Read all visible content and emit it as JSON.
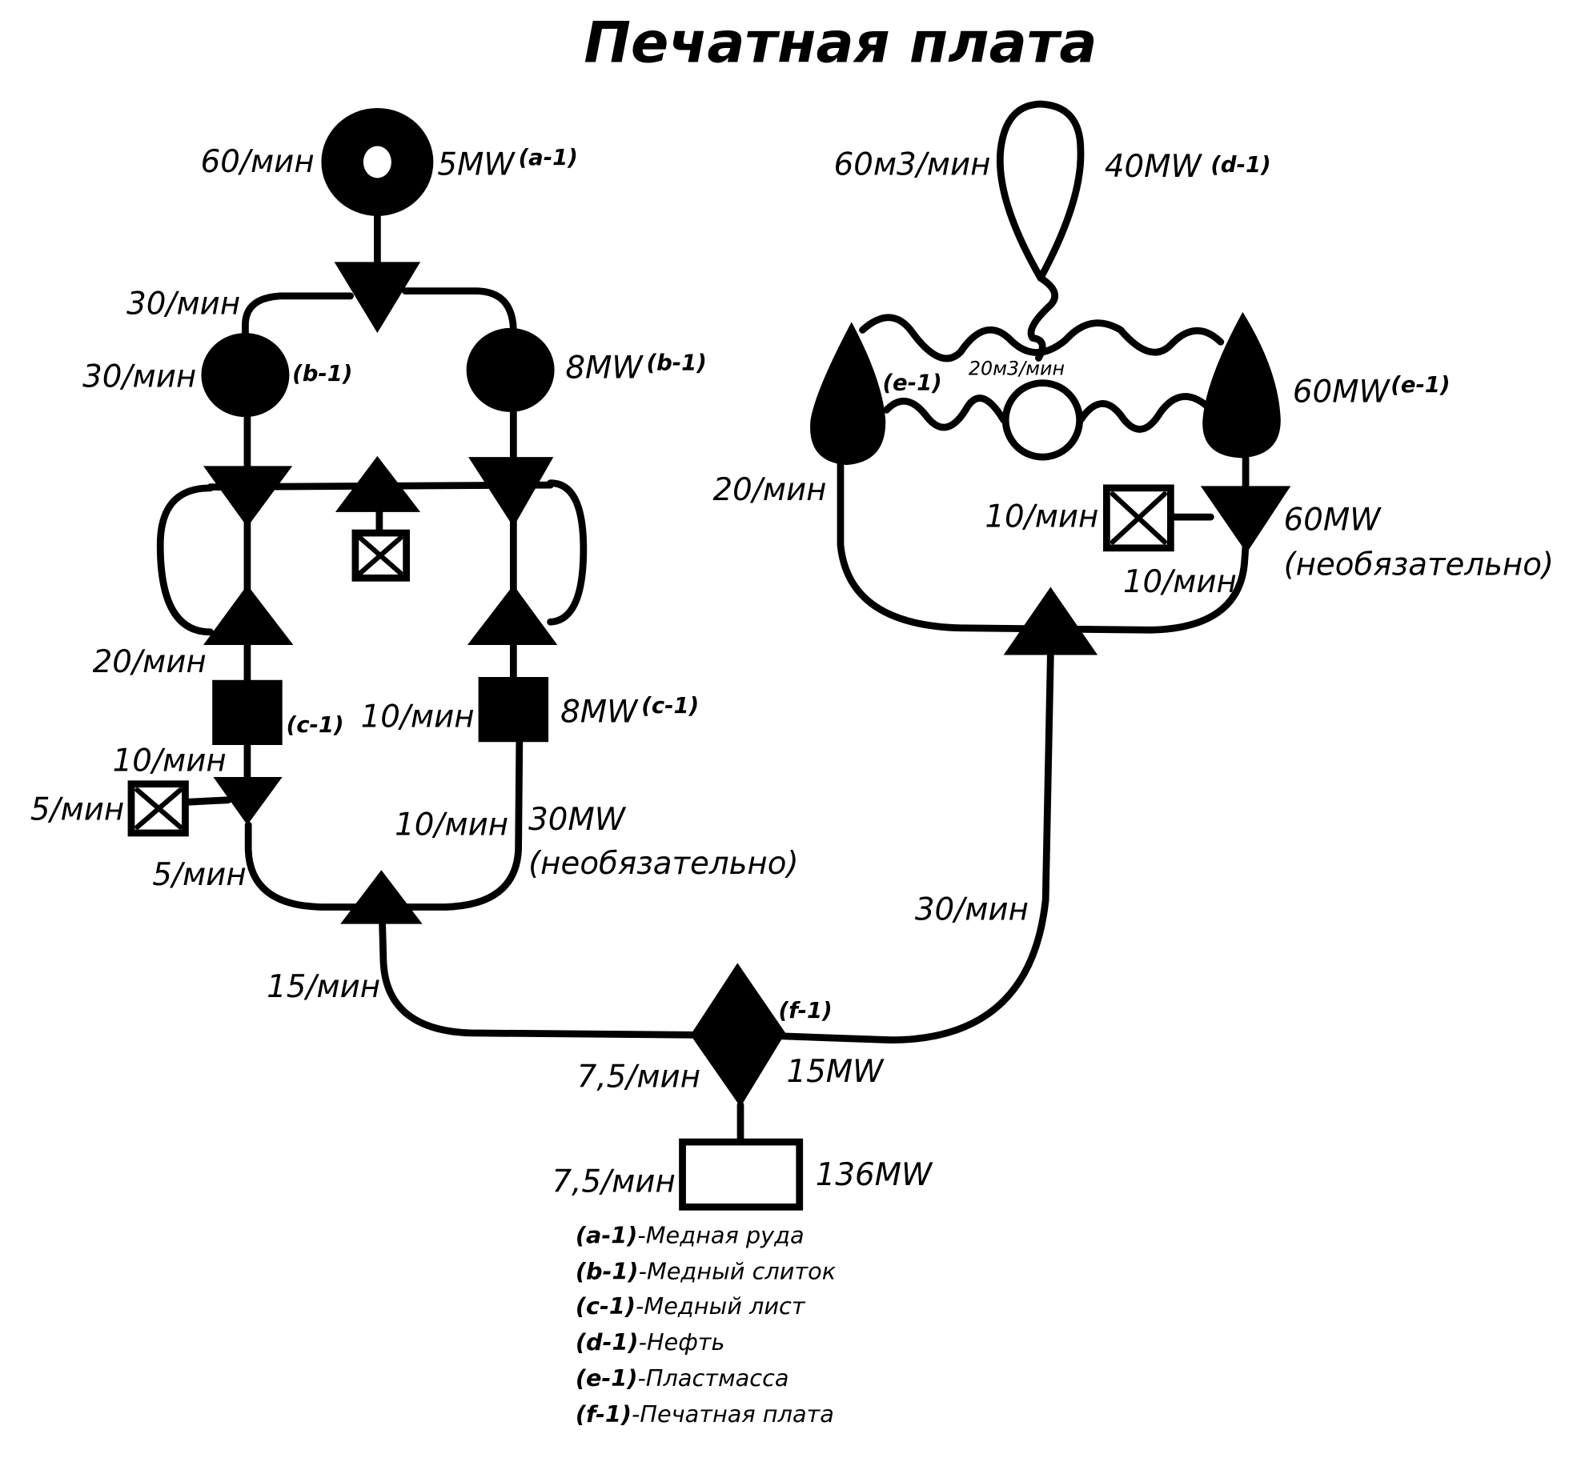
{
  "title": "Печатная плата",
  "colors": {
    "ink": "#000000",
    "background": "#ffffff"
  },
  "nodes": {
    "copper_ore_miner": {
      "icon": "ring-node-icon",
      "tag": "(a-1)",
      "rate": "60/мин",
      "power": "5MW"
    },
    "smelter_left": {
      "icon": "filled-circle-icon",
      "tag": "(b-1)",
      "rate_in": "30/мин",
      "rate_out": "30/мин"
    },
    "smelter_right": {
      "icon": "filled-circle-icon",
      "tag": "(b-1)",
      "power": "8MW"
    },
    "center_sink": {
      "icon": "crossed-box-icon"
    },
    "constructor_left": {
      "icon": "filled-square-icon",
      "tag": "(c-1)",
      "rate_in": "20/мин",
      "rate_out": "10/мин"
    },
    "constructor_right": {
      "icon": "filled-square-icon",
      "tag": "(c-1)",
      "rate": "10/мин",
      "power": "8MW"
    },
    "left_sink": {
      "icon": "crossed-box-icon",
      "rate": "5/мин"
    },
    "left_merge": {
      "rate_out": "5/мин"
    },
    "right_merge": {
      "rate": "10/мин",
      "power": "30MW",
      "note": "(необязательно)"
    },
    "copper_output": {
      "rate": "15/мин"
    },
    "oil_extractor": {
      "icon": "teardrop-icon",
      "tag": "(d-1)",
      "rate": "60м3/мин",
      "power": "40MW"
    },
    "refinery_left": {
      "icon": "drop-icon",
      "tag": "(e-1)",
      "rate": "20/мин"
    },
    "refinery_right": {
      "icon": "drop-icon",
      "tag": "(e-1)",
      "power": "60MW"
    },
    "pipe_junction": {
      "icon": "hollow-circle-icon",
      "rate": "20м3/мин"
    },
    "plastic_sink": {
      "icon": "crossed-box-icon",
      "rate": "10/мин"
    },
    "plastic_splitter": {
      "power": "60MW",
      "note": "(необязательно)",
      "rate_out": "10/мин"
    },
    "plastic_output": {
      "rate": "30/мин"
    },
    "assembler": {
      "icon": "diamond-icon",
      "tag": "(f-1)",
      "rate": "7,5/мин",
      "power": "15MW"
    },
    "final_storage": {
      "icon": "hollow-square-icon",
      "rate": "7,5/мин",
      "power": "136MW"
    }
  },
  "legend": [
    {
      "key": "(a-1)",
      "value": "-Медная руда"
    },
    {
      "key": "(b-1)",
      "value": "-Медный слиток"
    },
    {
      "key": "(c-1)",
      "value": "-Медный лист"
    },
    {
      "key": "(d-1)",
      "value": "-Нефть"
    },
    {
      "key": "(e-1)",
      "value": "-Пластмасса"
    },
    {
      "key": "(f-1)",
      "value": "-Печатная плата"
    }
  ]
}
